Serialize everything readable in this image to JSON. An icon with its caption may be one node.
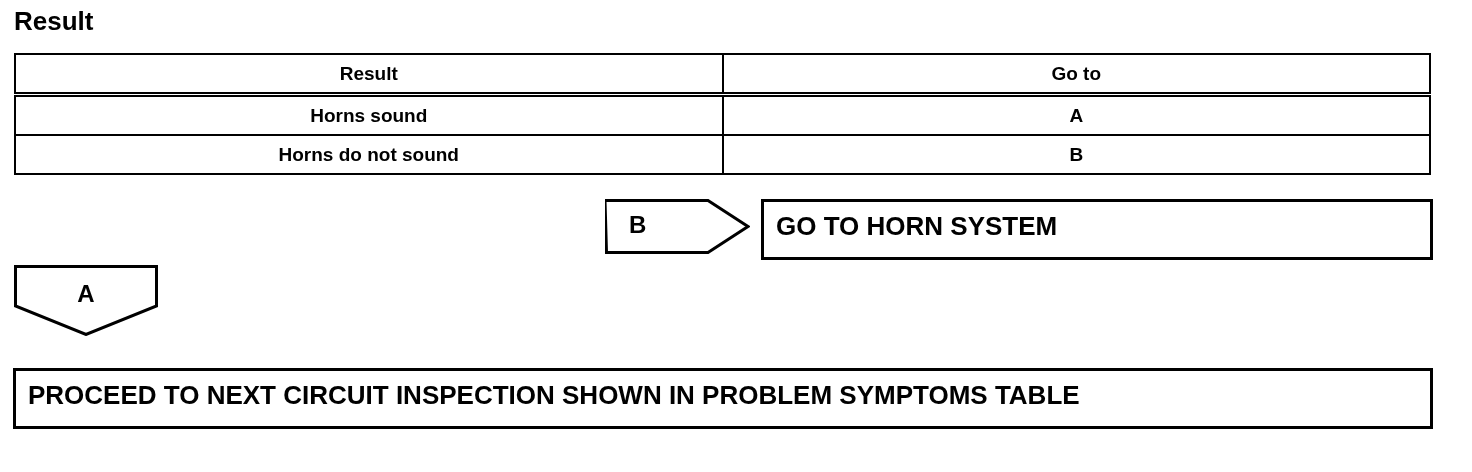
{
  "diagram": {
    "title": "Result",
    "nodes": [
      {
        "text": [
          "B"
        ]
      },
      {
        "text": [
          "GO TO HORN SYSTEM"
        ]
      },
      {
        "text": [
          "A"
        ]
      },
      {
        "text": [
          "PROCEED TO NEXT CIRCUIT INSPECTION SHOWN IN PROBLEM SYMPTOMS TABLE"
        ]
      }
    ],
    "labels": [
      "Result",
      "Go to",
      "Horns sound",
      "A",
      "Horns do not sound",
      "B"
    ]
  }
}
